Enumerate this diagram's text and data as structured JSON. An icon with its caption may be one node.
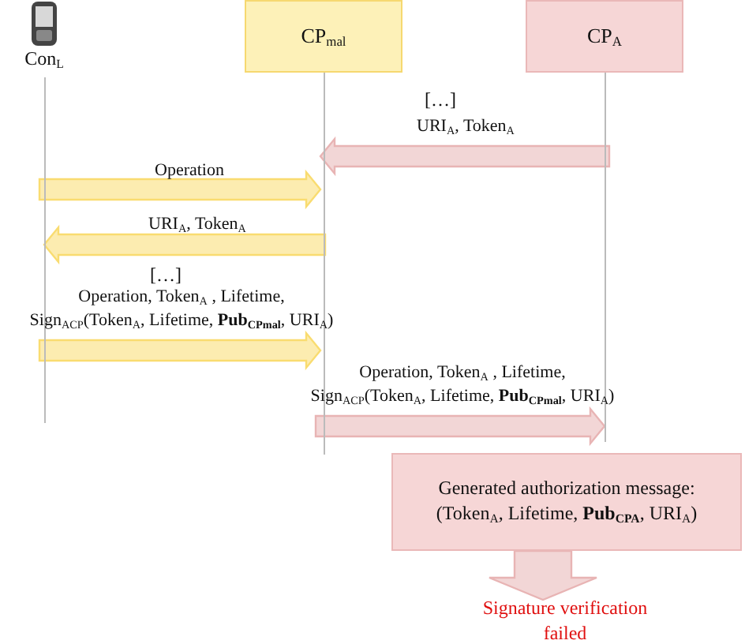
{
  "diagram": {
    "nodes": [
      {
        "text": [
          "Con$_{L}$"
        ]
      },
      {
        "text": [
          "CP$_{mal}$"
        ]
      },
      {
        "text": [
          "CP$_{A}$"
        ]
      },
      {
        "text": [
          "Generated authorization message: (Token$_{A}$, Lifetime, **Pub$_{CPA}$**, URI$_{A}$)"
        ]
      },
      {
        "text": [
          "Signature verification failed"
        ]
      }
    ],
    "edges": [
      {
        "from": 2,
        "to": 1,
        "arrow": "to",
        "label": "URI$_{A}$, Token$_{A}$",
        "color": "#e8b4b4"
      },
      {
        "from": 0,
        "to": 1,
        "arrow": "to",
        "label": "Operation"
      },
      {
        "from": 1,
        "to": 0,
        "arrow": "to",
        "label": "URI$_{A}$, Token$_{A}$"
      },
      {
        "from": 0,
        "to": 1,
        "arrow": "to",
        "label": "Operation, Token$_{A}$ , Lifetime, Sign$_{ACP}$(Token$_{A}$, Lifetime, **Pub$_{CPmal}$**, URI$_{A}$)"
      },
      {
        "from": 1,
        "to": 2,
        "arrow": "to",
        "label": "Operation,  Token$_{A}$ , Lifetime, Sign$_{ACP}$(Token$_{A}$, Lifetime, **Pub$_{CPmal}$**, URI$_{A}$)",
        "color": "#e8b4b4"
      },
      {
        "from": 3,
        "to": 4,
        "arrow": "to",
        "color": "#e8b4b4"
      }
    ],
    "labels": [
      "[…]",
      "[…]"
    ]
  }
}
